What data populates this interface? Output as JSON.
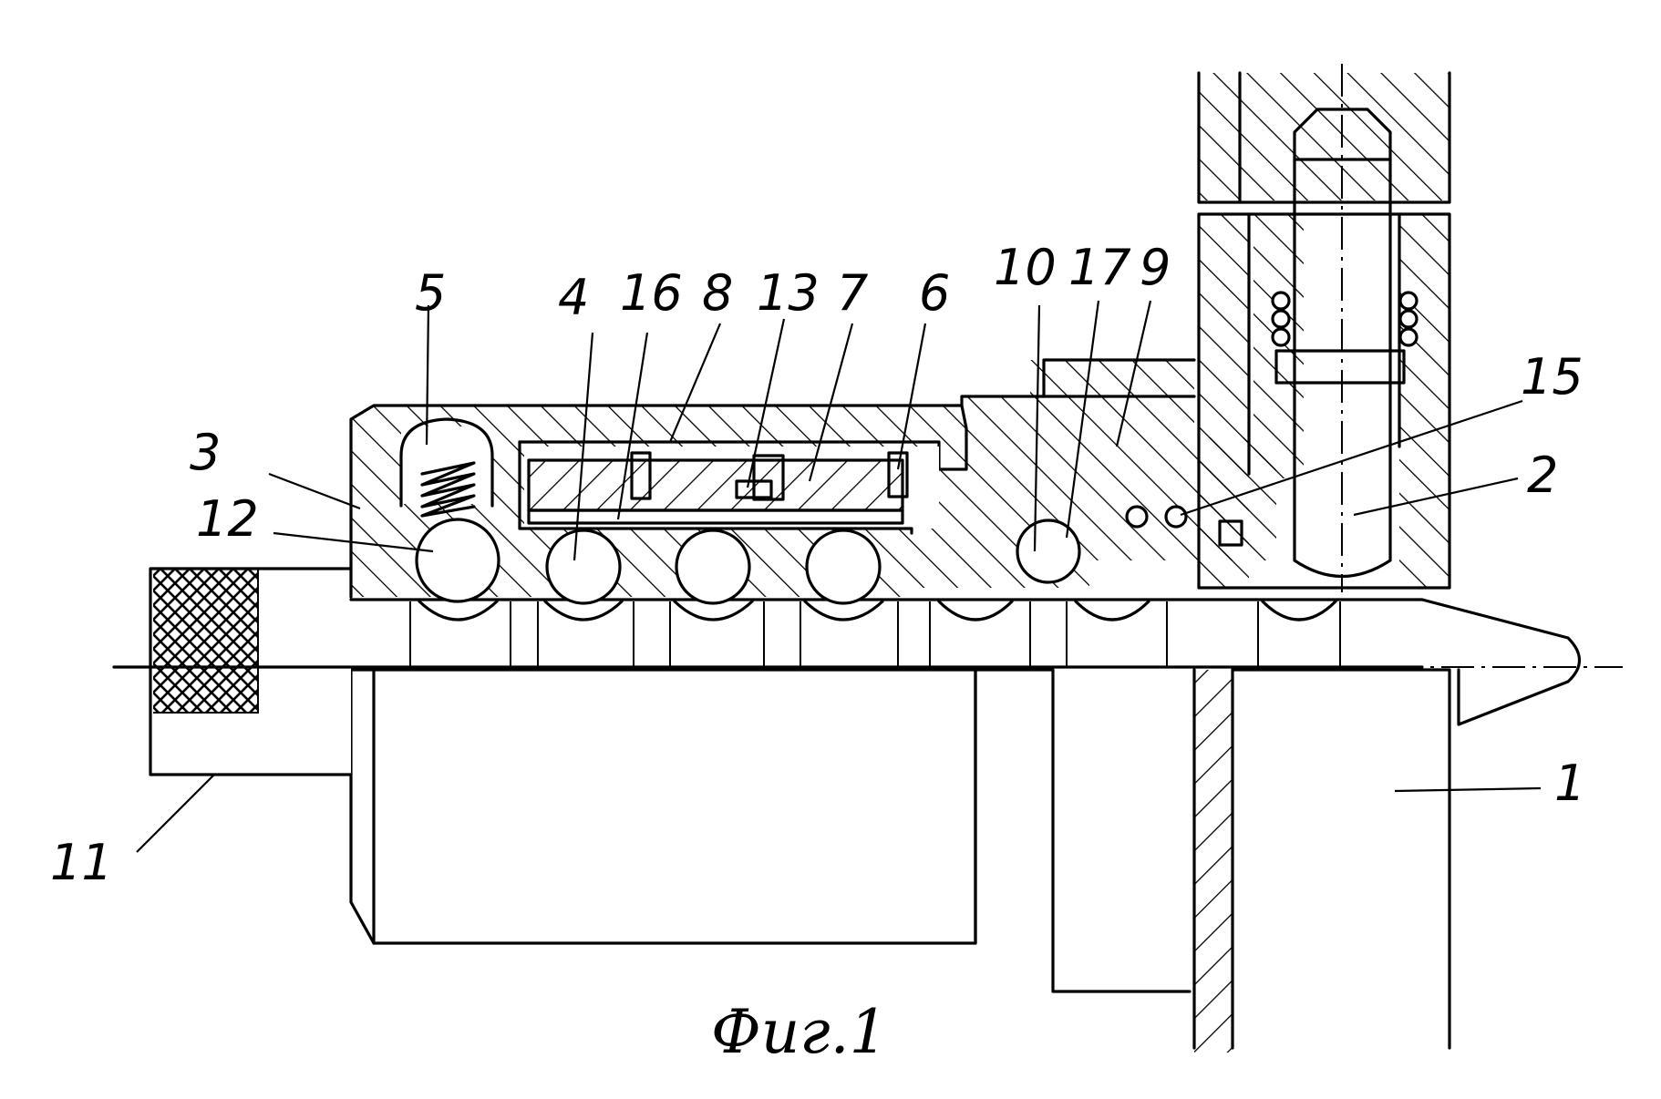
{
  "figure": {
    "caption": "Фиг.1",
    "labels": [
      {
        "id": "1",
        "text": "1"
      },
      {
        "id": "2",
        "text": "2"
      },
      {
        "id": "3",
        "text": "3"
      },
      {
        "id": "4",
        "text": "4"
      },
      {
        "id": "5",
        "text": "5"
      },
      {
        "id": "6",
        "text": "6"
      },
      {
        "id": "7",
        "text": "7"
      },
      {
        "id": "8",
        "text": "8"
      },
      {
        "id": "9",
        "text": "9"
      },
      {
        "id": "10",
        "text": "10"
      },
      {
        "id": "11",
        "text": "11"
      },
      {
        "id": "12",
        "text": "12"
      },
      {
        "id": "13",
        "text": "13"
      },
      {
        "id": "15",
        "text": "15"
      },
      {
        "id": "16",
        "text": "16"
      },
      {
        "id": "17",
        "text": "17"
      }
    ]
  },
  "colors": {
    "ink": "#000000",
    "paper": "#ffffff"
  }
}
